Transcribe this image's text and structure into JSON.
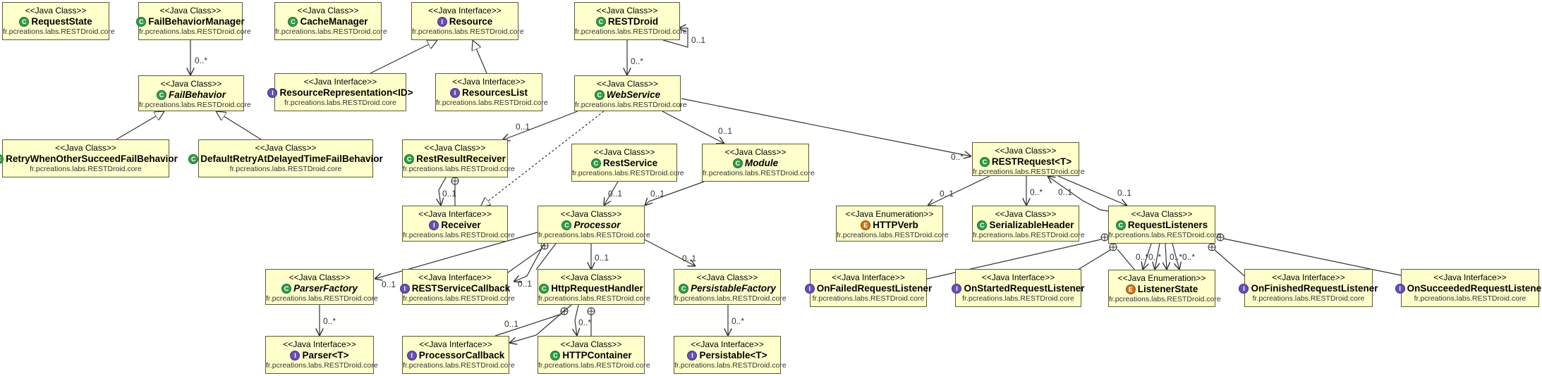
{
  "package": "fr.pcreations.labs.RESTDroid.core",
  "stereotypes": {
    "class": "<<Java Class>>",
    "interface": "<<Java Interface>>",
    "enum": "<<Java Enumeration>>"
  },
  "nodes": {
    "RequestState": {
      "kind": "class",
      "name": "RequestState",
      "icon": "class-icon",
      "abstract": false
    },
    "FailBehaviorManager": {
      "kind": "class",
      "name": "FailBehaviorManager",
      "icon": "class-icon",
      "abstract": false
    },
    "CacheManager": {
      "kind": "class",
      "name": "CacheManager",
      "icon": "class-icon",
      "abstract": false
    },
    "Resource": {
      "kind": "interface",
      "name": "Resource",
      "icon": "interface-icon",
      "abstract": false
    },
    "RESTDroid": {
      "kind": "class",
      "name": "RESTDroid",
      "icon": "class-icon",
      "abstract": false
    },
    "FailBehavior": {
      "kind": "class",
      "name": "FailBehavior",
      "icon": "abstract-class-icon",
      "abstract": true
    },
    "ResourceRepresentation": {
      "kind": "interface",
      "name": "ResourceRepresentation<ID>",
      "icon": "interface-icon",
      "abstract": false
    },
    "ResourcesList": {
      "kind": "interface",
      "name": "ResourcesList",
      "icon": "interface-icon",
      "abstract": false
    },
    "WebService": {
      "kind": "class",
      "name": "WebService",
      "icon": "abstract-class-icon",
      "abstract": true
    },
    "RetryWhenOtherSucceed": {
      "kind": "class",
      "name": "RetryWhenOtherSucceedFailBehavior",
      "icon": "class-icon",
      "abstract": false
    },
    "DefaultRetry": {
      "kind": "class",
      "name": "DefaultRetryAtDelayedTimeFailBehavior",
      "icon": "class-icon",
      "abstract": false
    },
    "RestResultReceiver": {
      "kind": "class",
      "name": "RestResultReceiver",
      "icon": "class-icon",
      "abstract": false
    },
    "RestService": {
      "kind": "class",
      "name": "RestService",
      "icon": "class-icon",
      "abstract": false
    },
    "Module": {
      "kind": "class",
      "name": "Module",
      "icon": "abstract-class-icon",
      "abstract": true
    },
    "RESTRequest": {
      "kind": "class",
      "name": "RESTRequest<T>",
      "icon": "class-icon",
      "abstract": false
    },
    "Receiver": {
      "kind": "interface",
      "name": "Receiver",
      "icon": "interface-icon",
      "abstract": false
    },
    "Processor": {
      "kind": "class",
      "name": "Processor",
      "icon": "abstract-class-icon",
      "abstract": true
    },
    "HTTPVerb": {
      "kind": "enum",
      "name": "HTTPVerb",
      "icon": "enum-icon",
      "abstract": false
    },
    "SerializableHeader": {
      "kind": "class",
      "name": "SerializableHeader",
      "icon": "class-icon",
      "abstract": false
    },
    "RequestListeners": {
      "kind": "class",
      "name": "RequestListeners",
      "icon": "class-icon",
      "abstract": false
    },
    "ParserFactory": {
      "kind": "class",
      "name": "ParserFactory",
      "icon": "abstract-class-icon",
      "abstract": true
    },
    "RESTServiceCallback": {
      "kind": "interface",
      "name": "RESTServiceCallback",
      "icon": "interface-icon",
      "abstract": false
    },
    "HttpRequestHandler": {
      "kind": "class",
      "name": "HttpRequestHandler",
      "icon": "class-icon",
      "abstract": false
    },
    "PersistableFactory": {
      "kind": "class",
      "name": "PersistableFactory",
      "icon": "abstract-class-icon",
      "abstract": true
    },
    "OnFailedRequestListener": {
      "kind": "interface",
      "name": "OnFailedRequestListener",
      "icon": "interface-icon",
      "abstract": false
    },
    "OnStartedRequestListener": {
      "kind": "interface",
      "name": "OnStartedRequestListener",
      "icon": "interface-icon",
      "abstract": false
    },
    "ListenerState": {
      "kind": "enum",
      "name": "ListenerState",
      "icon": "enum-icon",
      "abstract": false
    },
    "OnFinishedRequestListener": {
      "kind": "interface",
      "name": "OnFinishedRequestListener",
      "icon": "interface-icon",
      "abstract": false
    },
    "OnSucceededRequestListener": {
      "kind": "interface",
      "name": "OnSucceededRequestListener",
      "icon": "interface-icon",
      "abstract": false
    },
    "Parser": {
      "kind": "interface",
      "name": "Parser<T>",
      "icon": "interface-icon",
      "abstract": false
    },
    "ProcessorCallback": {
      "kind": "interface",
      "name": "ProcessorCallback",
      "icon": "interface-icon",
      "abstract": false
    },
    "HTTPContainer": {
      "kind": "class",
      "name": "HTTPContainer",
      "icon": "class-icon",
      "abstract": false
    },
    "Persistable": {
      "kind": "interface",
      "name": "Persistable<T>",
      "icon": "interface-icon",
      "abstract": false
    }
  },
  "multiplicities": {
    "failbehavior_assoc": "0..*",
    "restdroid_self": "0..1",
    "restdroid_webservice": "0..*",
    "ws_receiver": "0..1",
    "ws_module": "0..1",
    "ws_restrequest": "0..*",
    "receiver_self": "0..1",
    "restservice_processor": "0..1",
    "module_processor": "0..1",
    "processor_parserfactory": "0..1",
    "processor_callback": "0..1",
    "processor_httphandler": "0..1",
    "processor_persistable": "0..1",
    "rr_httpverb": "0..1",
    "rr_header": "0..*",
    "rr_listeners": "0..1",
    "listeners_rr": "0..1",
    "ls_1": "0..*",
    "ls_2": "0..*",
    "ls_3": "0..*",
    "ls_4": "0..*",
    "parserfactory_parser": "0..*",
    "handler_callback": "0..1",
    "handler_container": "0..*",
    "persistablefactory_persistable": "0..*"
  },
  "colors": {
    "box_fill": "#ffffcc",
    "box_border": "#5a5a3a",
    "line": "#333333",
    "class_icon": "#2f9f47",
    "interface_icon": "#6a4fb3",
    "enum_icon": "#c8741f"
  }
}
